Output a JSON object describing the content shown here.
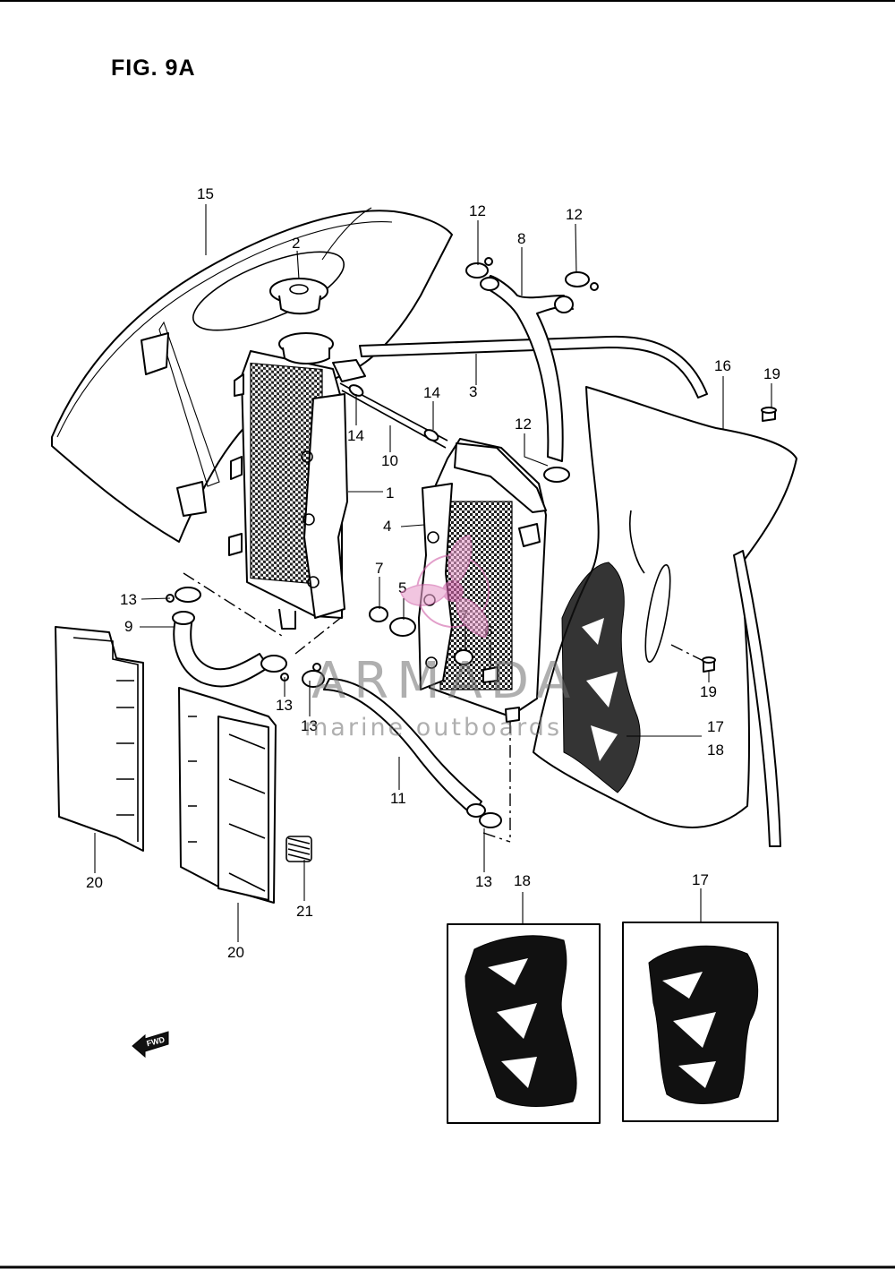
{
  "figure": {
    "title": "FIG. 9A"
  },
  "watermark": {
    "brand": "ARMADA",
    "subtitle": "marine outboards",
    "color": "#d060a8"
  },
  "direction_badge": {
    "text": "FWD",
    "icon": "forward-arrow-icon"
  },
  "callouts": [
    "1",
    "2",
    "3",
    "4",
    "5",
    "6",
    "7",
    "7",
    "8",
    "9",
    "10",
    "11",
    "12",
    "12",
    "12",
    "13",
    "13",
    "13",
    "13",
    "14",
    "14",
    "15",
    "16",
    "17",
    "17",
    "18",
    "18",
    "19",
    "19",
    "20",
    "20",
    "21"
  ]
}
